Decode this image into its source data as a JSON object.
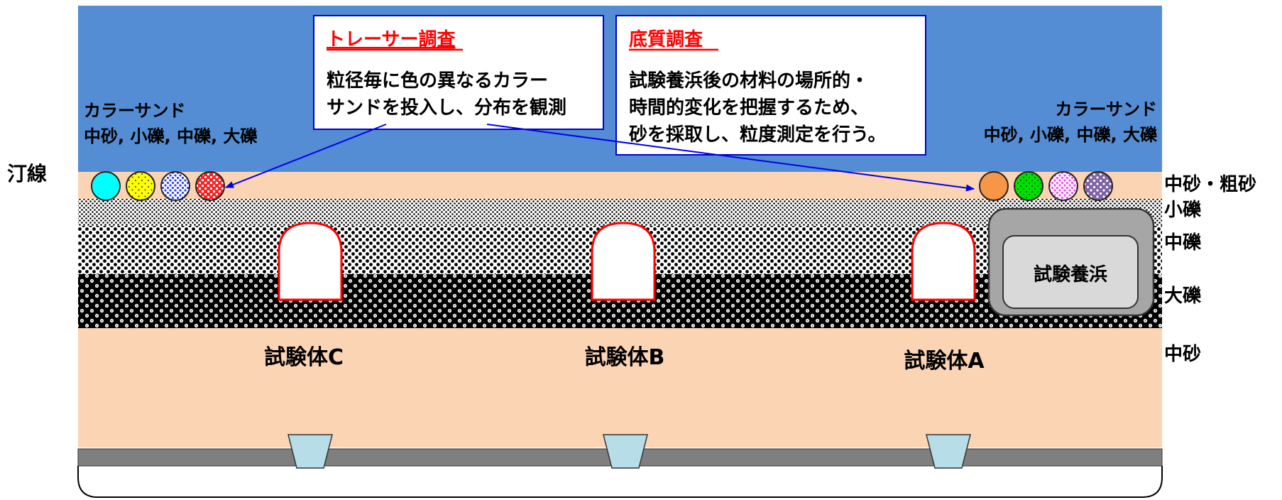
{
  "labels": {
    "shoreline": "汀線",
    "color_sand_left_title": "カラーサンド",
    "color_sand_left_types": "中砂, 小礫, 中礫, 大礫",
    "color_sand_right_title": "カラーサンド",
    "color_sand_right_types": "中砂, 小礫, 中礫, 大礫",
    "test_nourishment": "試験養浜"
  },
  "tracer_box": {
    "title": "トレーサー調査",
    "line1": "粒径毎に色の異なるカラー",
    "line2": "サンドを投入し、分布を観測"
  },
  "sediment_box": {
    "title": "底質調査",
    "line1": "試験養浜後の材料の場所的・",
    "line2": "時間的変化を把握するため、",
    "line3": "砂を採取し、粒度測定を行う。"
  },
  "layers": {
    "top": "中砂・粗砂",
    "small_gravel": "小礫",
    "medium_gravel": "中礫",
    "large_gravel": "大礫",
    "bottom": "中砂"
  },
  "specimens": {
    "c": "試験体C",
    "b": "試験体B",
    "a": "試験体A"
  },
  "colors": {
    "sea": "#548dd4",
    "sand": "#fbd4b4",
    "arrow": "#0000ee",
    "title_red": "#ff0000",
    "specimen_outline": "#ff0000",
    "block": "#b7dde8",
    "base_bar": "#7f7f7f",
    "nourishment_outer": "#a6a6a6",
    "nourishment_inner": "#d9d9d9"
  },
  "sand_circles_left": [
    {
      "name": "cyan",
      "color": "#00ffff"
    },
    {
      "name": "yellow-dotted",
      "color": "#ffff00"
    },
    {
      "name": "blue-dotted",
      "color": "#2b3fff"
    },
    {
      "name": "red-checked",
      "color": "#ff2020"
    }
  ],
  "sand_circles_right": [
    {
      "name": "orange",
      "color": "#f79646"
    },
    {
      "name": "green-dotted",
      "color": "#00e000"
    },
    {
      "name": "magenta-dotted",
      "color": "#ff40ff"
    },
    {
      "name": "purple-checked",
      "color": "#8064a2"
    }
  ]
}
